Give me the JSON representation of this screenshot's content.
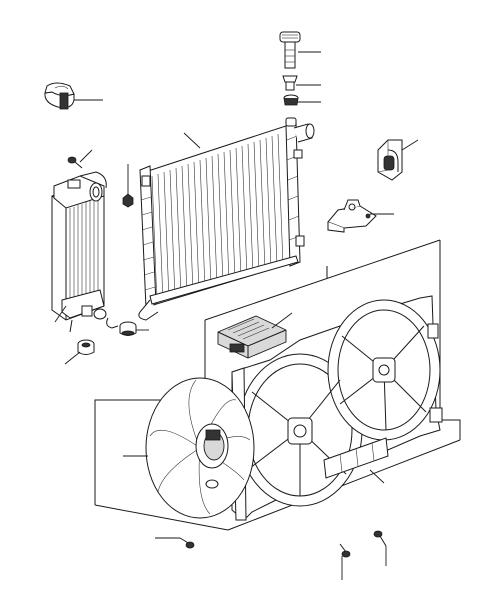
{
  "diagram": {
    "parts": [
      {
        "id": "bolt-top"
      },
      {
        "id": "grommet-upper"
      },
      {
        "id": "grommet-lower"
      },
      {
        "id": "hose-clip"
      },
      {
        "id": "bracket-right"
      },
      {
        "id": "mount-bracket"
      },
      {
        "id": "screw-left"
      },
      {
        "id": "nut-small"
      },
      {
        "id": "radiator"
      },
      {
        "id": "intercooler"
      },
      {
        "id": "mount-bush"
      },
      {
        "id": "bush-lower"
      },
      {
        "id": "fan-control-module"
      },
      {
        "id": "fan-cowl"
      },
      {
        "id": "fan-blade"
      },
      {
        "id": "screw-bottom-left"
      },
      {
        "id": "screw-bottom-mid"
      },
      {
        "id": "screw-bottom-right"
      }
    ]
  }
}
